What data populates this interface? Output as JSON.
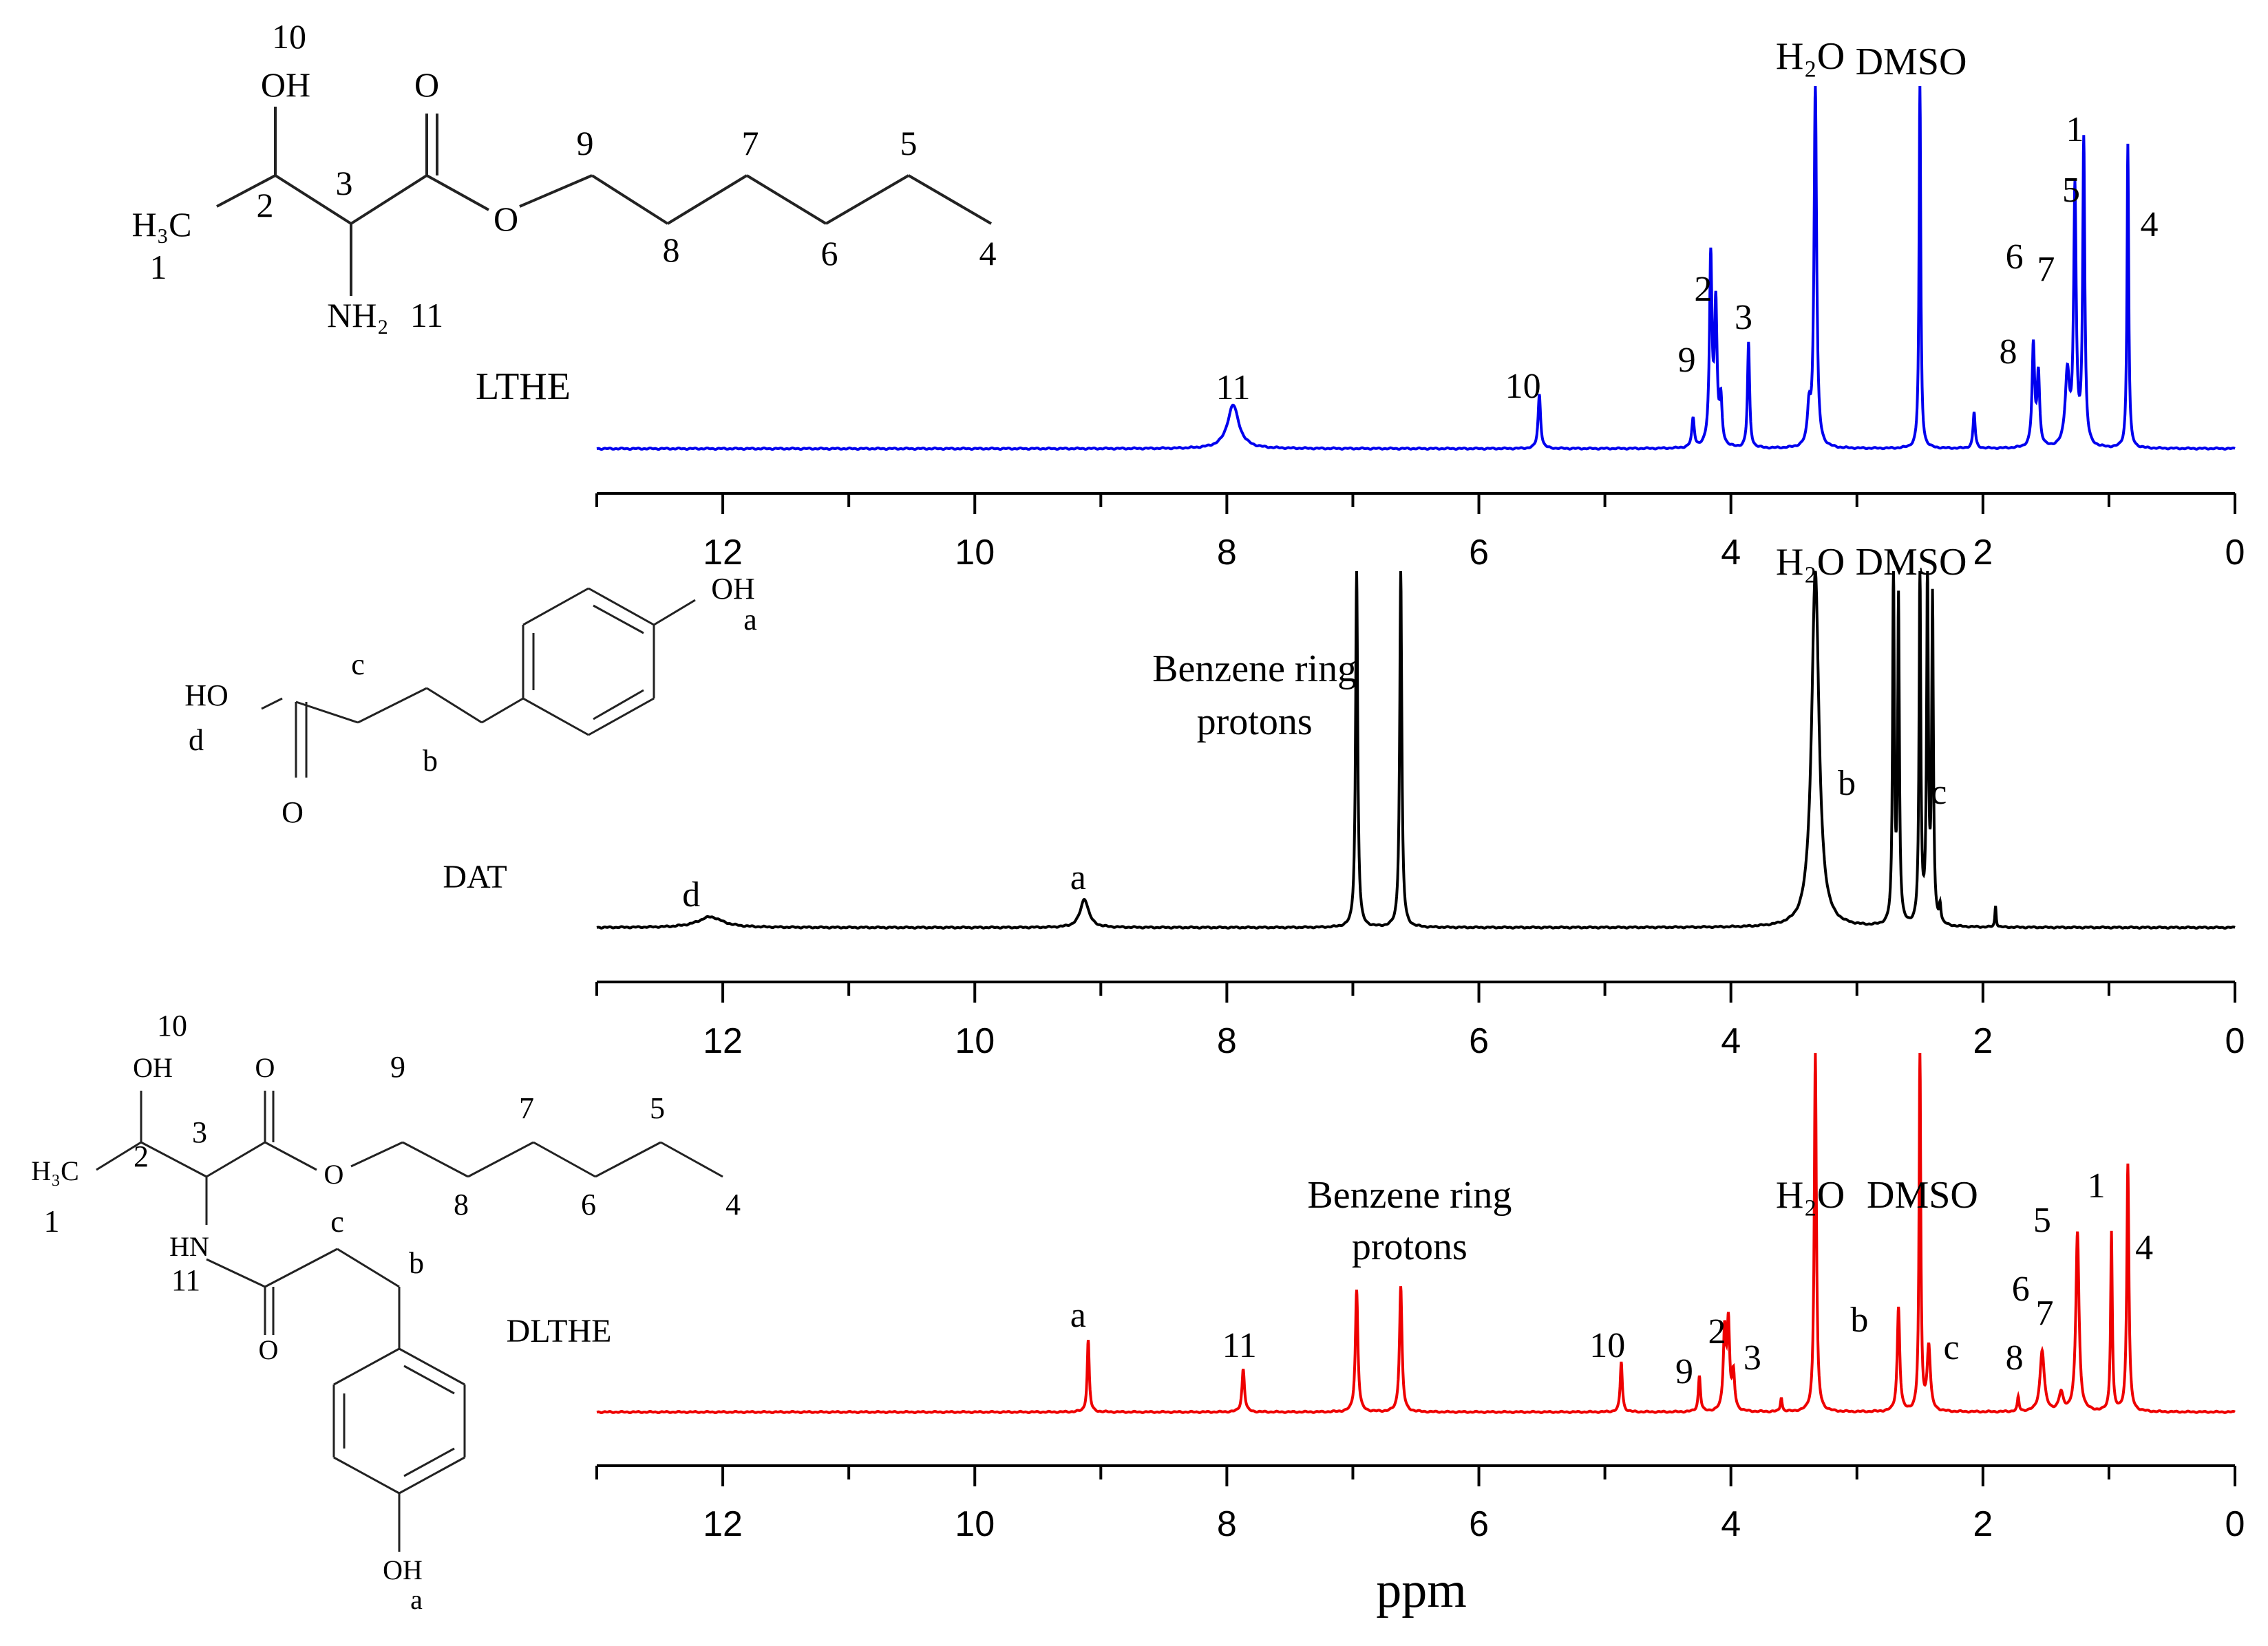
{
  "colors": {
    "LTHE": "#0000ee",
    "DAT": "#000000",
    "DLTHE": "#ee0000",
    "axis": "#000000",
    "structure": "#222222"
  },
  "xlabel": "ppm",
  "chart_data": [
    {
      "type": "line",
      "name": "LTHE",
      "xlim": [
        13,
        0
      ],
      "x_ticks": [
        12,
        10,
        8,
        6,
        4,
        2,
        0
      ],
      "peaks": [
        {
          "x": 7.95,
          "y": 0.12,
          "w": 0.055
        },
        {
          "x": 5.52,
          "y": 0.15,
          "w": 0.012
        },
        {
          "x": 4.3,
          "y": 0.08,
          "w": 0.012
        },
        {
          "x": 4.16,
          "y": 0.52,
          "w": 0.012
        },
        {
          "x": 4.12,
          "y": 0.38,
          "w": 0.012
        },
        {
          "x": 4.08,
          "y": 0.12,
          "w": 0.012
        },
        {
          "x": 3.86,
          "y": 0.29,
          "w": 0.01
        },
        {
          "x": 3.38,
          "y": 0.1,
          "w": 0.015
        },
        {
          "x": 3.33,
          "y": 1.0,
          "w": 0.012
        },
        {
          "x": 2.5,
          "y": 1.0,
          "w": 0.008
        },
        {
          "x": 2.07,
          "y": 0.1,
          "w": 0.01
        },
        {
          "x": 1.6,
          "y": 0.28,
          "w": 0.012
        },
        {
          "x": 1.56,
          "y": 0.2,
          "w": 0.012
        },
        {
          "x": 1.33,
          "y": 0.2,
          "w": 0.02
        },
        {
          "x": 1.27,
          "y": 0.7,
          "w": 0.012
        },
        {
          "x": 1.2,
          "y": 0.84,
          "w": 0.01
        },
        {
          "x": 0.85,
          "y": 0.84,
          "w": 0.008
        }
      ],
      "annotations": [
        {
          "text": "11",
          "x": 7.95
        },
        {
          "text": "10",
          "x": 5.65
        },
        {
          "text": "9",
          "x": 4.35
        },
        {
          "text": "2",
          "x": 4.22
        },
        {
          "text": "3",
          "x": 3.9
        },
        {
          "text": "H₂O",
          "x": 3.37
        },
        {
          "text": "DMSO",
          "x": 2.57
        },
        {
          "text": "8",
          "x": 1.8
        },
        {
          "text": "6",
          "x": 1.75
        },
        {
          "text": "7",
          "x": 1.5
        },
        {
          "text": "5",
          "x": 1.3
        },
        {
          "text": "1",
          "x": 1.27
        },
        {
          "text": "4",
          "x": 0.68
        }
      ],
      "sample_label": "LTHE"
    },
    {
      "type": "line",
      "name": "DAT",
      "xlim": [
        13,
        0
      ],
      "x_ticks": [
        12,
        10,
        8,
        6,
        4,
        2,
        0
      ],
      "peaks": [
        {
          "x": 12.1,
          "y": 0.03,
          "w": 0.12
        },
        {
          "x": 9.13,
          "y": 0.08,
          "w": 0.04
        },
        {
          "x": 6.97,
          "y": 1.0,
          "w": 0.01
        },
        {
          "x": 6.62,
          "y": 1.0,
          "w": 0.01
        },
        {
          "x": 3.33,
          "y": 1.0,
          "w": 0.035
        },
        {
          "x": 2.71,
          "y": 1.0,
          "w": 0.008
        },
        {
          "x": 2.67,
          "y": 0.9,
          "w": 0.008
        },
        {
          "x": 2.5,
          "y": 1.0,
          "w": 0.008
        },
        {
          "x": 2.44,
          "y": 1.0,
          "w": 0.008
        },
        {
          "x": 2.4,
          "y": 0.9,
          "w": 0.008
        },
        {
          "x": 2.34,
          "y": 0.05,
          "w": 0.008
        },
        {
          "x": 1.9,
          "y": 0.06,
          "w": 0.006
        }
      ],
      "annotations": [
        {
          "text": "d",
          "x": 12.25
        },
        {
          "text": "a",
          "x": 9.18
        },
        {
          "text": "Benzene ring",
          "x": 7.78
        },
        {
          "text": "protons",
          "x": 7.78
        },
        {
          "text": "H₂O",
          "x": 3.37
        },
        {
          "text": "DMSO",
          "x": 2.57
        },
        {
          "text": "b",
          "x": 3.08
        },
        {
          "text": "c",
          "x": 2.35
        }
      ],
      "sample_label": "DAT"
    },
    {
      "type": "line",
      "name": "DLTHE",
      "xlim": [
        13,
        0
      ],
      "x_ticks": [
        12,
        10,
        8,
        6,
        4,
        2,
        0
      ],
      "peaks": [
        {
          "x": 9.1,
          "y": 0.2,
          "w": 0.01
        },
        {
          "x": 7.87,
          "y": 0.12,
          "w": 0.012
        },
        {
          "x": 6.97,
          "y": 0.34,
          "w": 0.012
        },
        {
          "x": 6.62,
          "y": 0.35,
          "w": 0.012
        },
        {
          "x": 4.87,
          "y": 0.14,
          "w": 0.01
        },
        {
          "x": 4.25,
          "y": 0.1,
          "w": 0.01
        },
        {
          "x": 4.05,
          "y": 0.22,
          "w": 0.012
        },
        {
          "x": 4.02,
          "y": 0.24,
          "w": 0.012
        },
        {
          "x": 3.98,
          "y": 0.1,
          "w": 0.012
        },
        {
          "x": 3.6,
          "y": 0.04,
          "w": 0.008
        },
        {
          "x": 3.33,
          "y": 1.0,
          "w": 0.01
        },
        {
          "x": 2.67,
          "y": 0.29,
          "w": 0.012
        },
        {
          "x": 2.5,
          "y": 1.0,
          "w": 0.008
        },
        {
          "x": 2.43,
          "y": 0.18,
          "w": 0.015
        },
        {
          "x": 1.72,
          "y": 0.04,
          "w": 0.008
        },
        {
          "x": 1.53,
          "y": 0.17,
          "w": 0.02
        },
        {
          "x": 1.38,
          "y": 0.05,
          "w": 0.02
        },
        {
          "x": 1.25,
          "y": 0.5,
          "w": 0.015
        },
        {
          "x": 0.98,
          "y": 0.5,
          "w": 0.008
        },
        {
          "x": 0.85,
          "y": 0.69,
          "w": 0.01
        }
      ],
      "annotations": [
        {
          "text": "a",
          "x": 9.18
        },
        {
          "text": "11",
          "x": 7.9
        },
        {
          "text": "Benzene ring",
          "x": 6.55
        },
        {
          "text": "protons",
          "x": 6.55
        },
        {
          "text": "10",
          "x": 4.98
        },
        {
          "text": "9",
          "x": 4.37
        },
        {
          "text": "2",
          "x": 4.11
        },
        {
          "text": "3",
          "x": 3.83
        },
        {
          "text": "H₂O",
          "x": 3.37
        },
        {
          "text": "DMSO",
          "x": 2.48
        },
        {
          "text": "b",
          "x": 2.98
        },
        {
          "text": "c",
          "x": 2.25
        },
        {
          "text": "8",
          "x": 1.75
        },
        {
          "text": "6",
          "x": 1.7
        },
        {
          "text": "7",
          "x": 1.51
        },
        {
          "text": "5",
          "x": 1.53
        },
        {
          "text": "1",
          "x": 1.1
        },
        {
          "text": "4",
          "x": 0.72
        }
      ],
      "sample_label": "DLTHE"
    }
  ],
  "structures": {
    "LTHE": [
      "10",
      "OH",
      "O",
      "3",
      "2",
      "H₃C",
      "1",
      "NH₂",
      "11",
      "9",
      "O",
      "8",
      "7",
      "6",
      "5",
      "4"
    ],
    "DAT": [
      "OH",
      "a",
      "c",
      "HO",
      "d",
      "b",
      "O"
    ],
    "DLTHE": [
      "10",
      "OH",
      "O",
      "3",
      "2",
      "H₃C",
      "1",
      "HN",
      "11",
      "c",
      "b",
      "O",
      "9",
      "O",
      "8",
      "7",
      "6",
      "5",
      "4",
      "OH",
      "a"
    ]
  }
}
